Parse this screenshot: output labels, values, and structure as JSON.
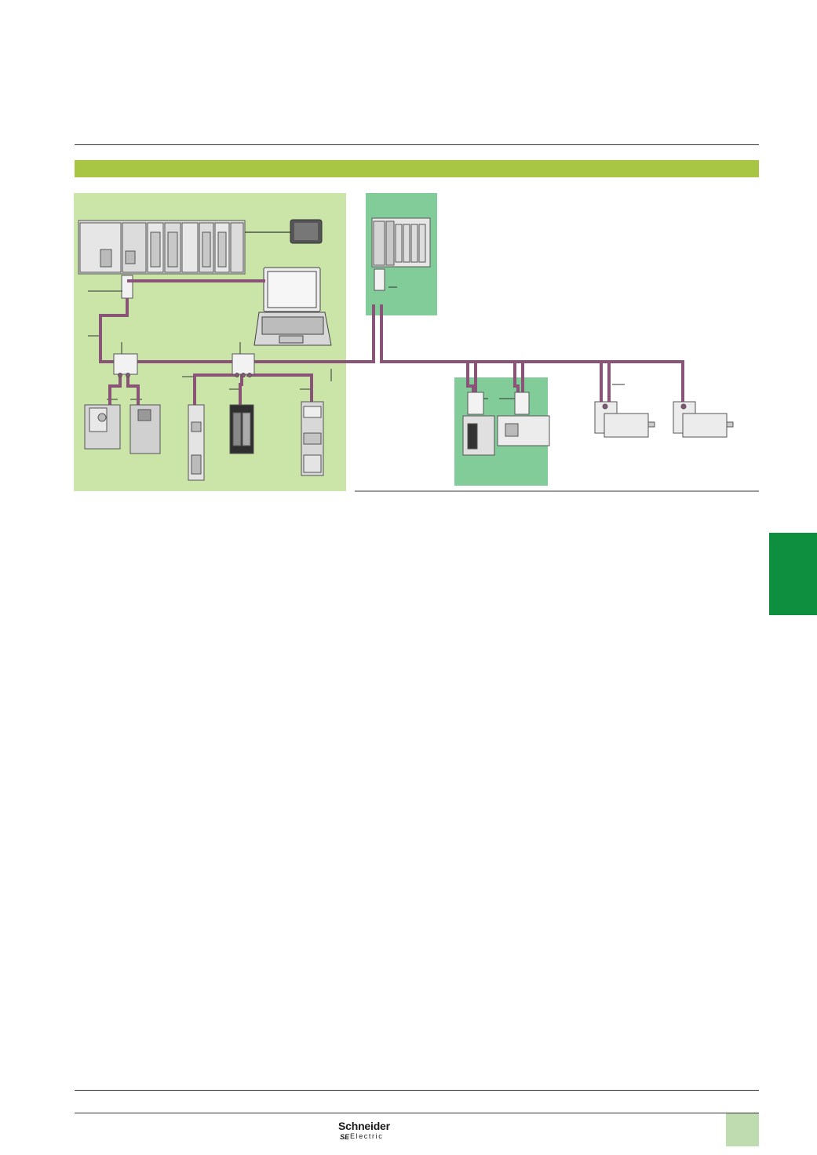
{
  "brand": {
    "logo_line1": "Schneider",
    "logo_line2": "Electric",
    "logo_mark": "SE"
  },
  "colors": {
    "section_bar": "#a8c643",
    "panel_left": "#cbe4a8",
    "panel_right": "#82cc9a",
    "bus_cable": "#8a5478",
    "side_tab": "#0e8f3f",
    "page_box": "#bfdcb0"
  },
  "icons": {
    "plc": "plc-rack-icon",
    "hmi": "touch-panel-icon",
    "laptop": "laptop-icon",
    "tap": "junction-box-icon",
    "drive": "variable-speed-drive-icon",
    "io": "io-module-icon",
    "motor": "servo-motor-icon"
  }
}
